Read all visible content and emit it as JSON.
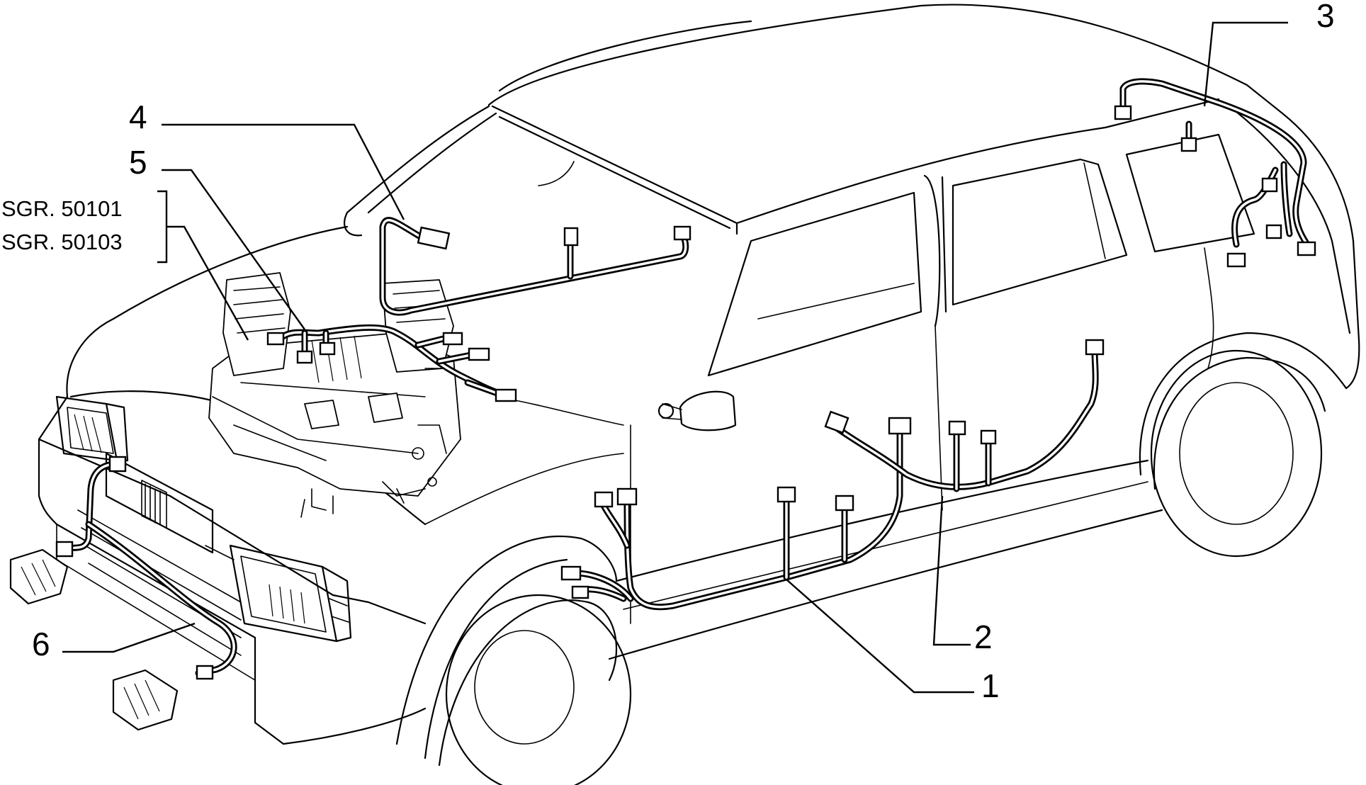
{
  "callouts": {
    "c1": "1",
    "c2": "2",
    "c3": "3",
    "c4": "4",
    "c5": "5",
    "c6": "6"
  },
  "references": {
    "sgr1": "SGR. 50101",
    "sgr2": "SGR. 50103"
  }
}
